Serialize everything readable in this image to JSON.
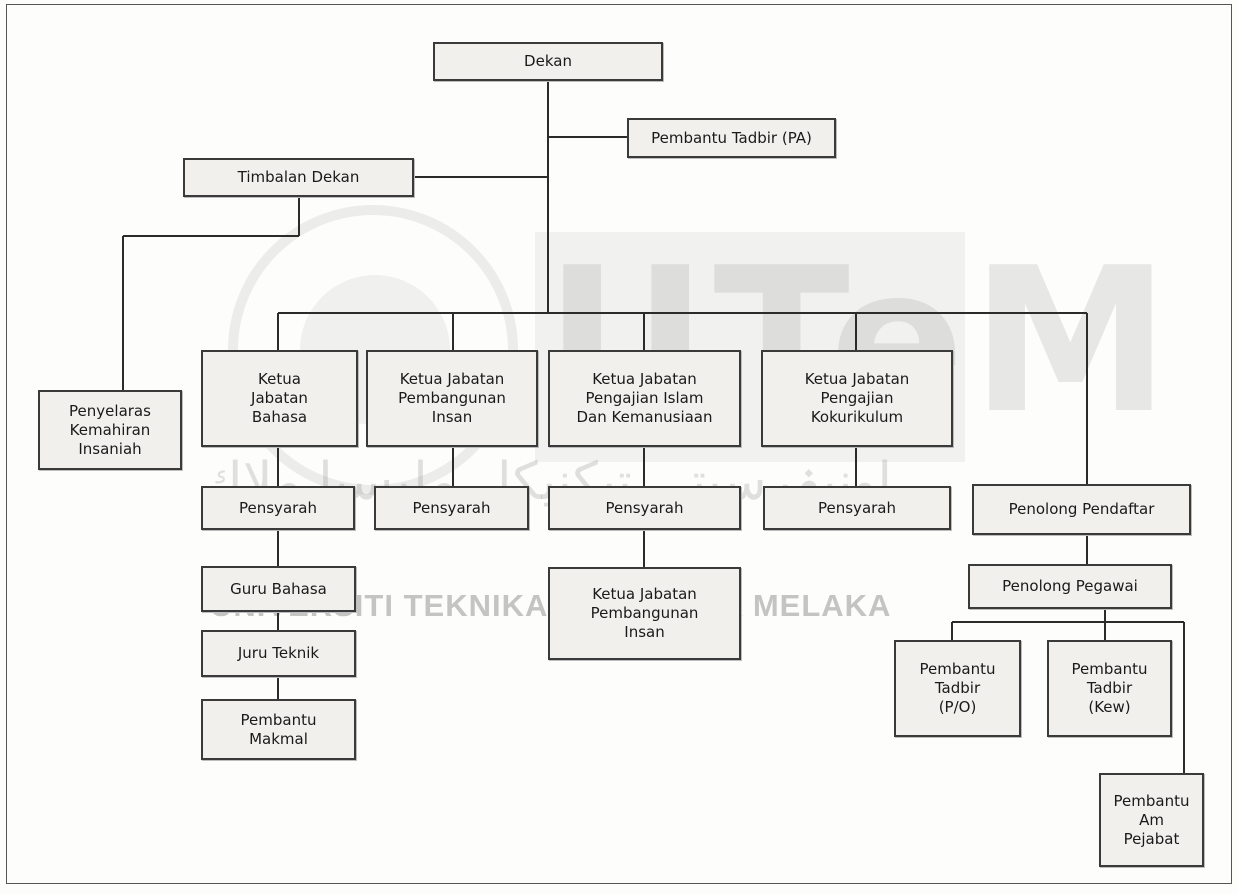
{
  "chart": {
    "nodes": {
      "dekan": "Dekan",
      "pembantu_tadbir_pa": "Pembantu Tadbir (PA)",
      "timbalan_dekan": "Timbalan Dekan",
      "penyelaras": "Penyelaras\nKemahiran\nInsaniah",
      "ketua_bahasa": "Ketua\nJabatan\nBahasa",
      "ketua_pembangunan": "Ketua Jabatan\nPembangunan\nInsan",
      "ketua_islam": "Ketua Jabatan\nPengajian Islam\nDan Kemanusiaan",
      "ketua_kokurikulum": "Ketua Jabatan\nPengajian\nKokurikulum",
      "pensyarah_1": "Pensyarah",
      "pensyarah_2": "Pensyarah",
      "pensyarah_3": "Pensyarah",
      "pensyarah_4": "Pensyarah",
      "penolong_pendaftar": "Penolong Pendaftar",
      "guru_bahasa": "Guru Bahasa",
      "ketua_pembangunan_2": "Ketua Jabatan\nPembangunan\nInsan",
      "penolong_pegawai": "Penolong Pegawai",
      "juru_teknik": "Juru Teknik",
      "pembantu_makmal": "Pembantu\nMakmal",
      "pembantu_tadbir_po": "Pembantu\nTadbir\n(P/O)",
      "pembantu_tadbir_kew": "Pembantu\nTadbir\n(Kew)",
      "pembantu_am_pejabat": "Pembantu\nAm\nPejabat"
    }
  },
  "watermark": {
    "logo_text": "UTeM",
    "university": "UNIVERSITI TEKNIKAL MALAYSIA MELAKA",
    "arabic": "اونيۏرسيتي تيكنيكل مليسيا ملاك"
  }
}
